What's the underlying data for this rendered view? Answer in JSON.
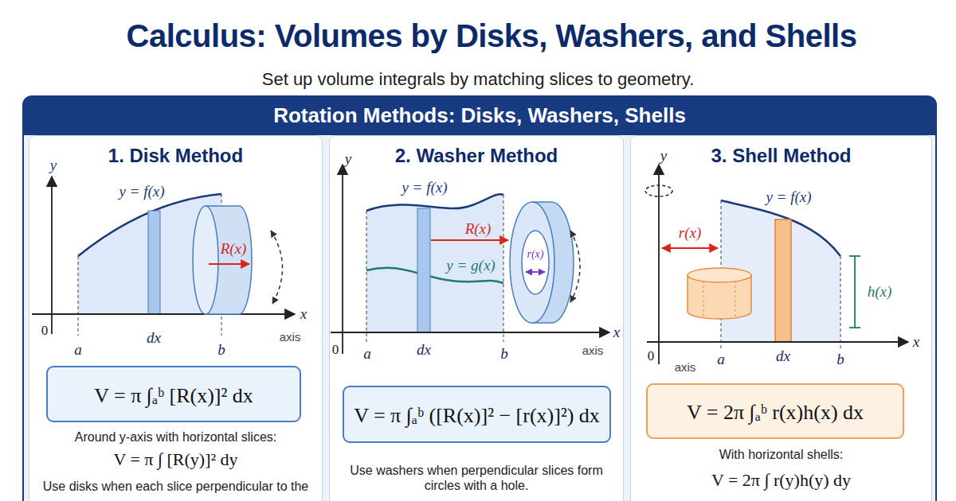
{
  "diagram": {
    "title": "Calculus: Volumes by Disks, Washers, and Shells",
    "caption": "Set up volume integrals by matching slices to geometry.",
    "nodes": [
      {
        "text": [
          "Rotation Methods: Disks, Washers, Shells"
        ]
      },
      {
        "text": [
          "1. Disk Method",
          "Around y-axis with horizontal slices:",
          "V = π ∫ [R(y)]² dy",
          "Use disks when each slice perpendicular to the"
        ],
        "in": 0
      },
      {
        "text": [
          "V = π ∫ₐᵇ [R(x)]² dx"
        ],
        "in": 1
      },
      {
        "text": [
          "2. Washer Method",
          "Use washers when perpendicular slices form circles with a hole."
        ],
        "in": 0
      },
      {
        "text": [
          "V = π ∫ₐᵇ ([R(x)]² − [r(x)]²) dx"
        ],
        "in": 3
      },
      {
        "text": [
          "3. Shell Method",
          "With horizontal shells:",
          "V = 2π ∫ r(y)h(y) dy"
        ],
        "in": 0
      },
      {
        "text": [
          "V = 2π ∫ₐᵇ r(x)h(x) dx"
        ],
        "in": 5
      }
    ],
    "labels": [
      "y",
      "y = f(x)",
      "R(x)",
      "0",
      "a",
      "dx",
      "b",
      "x",
      "axis",
      "y",
      "y = f(x)",
      "R(x)",
      "y = g(x)",
      "r(x)",
      "0",
      "a",
      "dx",
      "b",
      "x",
      "axis",
      "y",
      "y = f(x)",
      "r(x)",
      "h(x)",
      "0",
      "axis",
      "a",
      "dx",
      "b",
      "x"
    ]
  }
}
